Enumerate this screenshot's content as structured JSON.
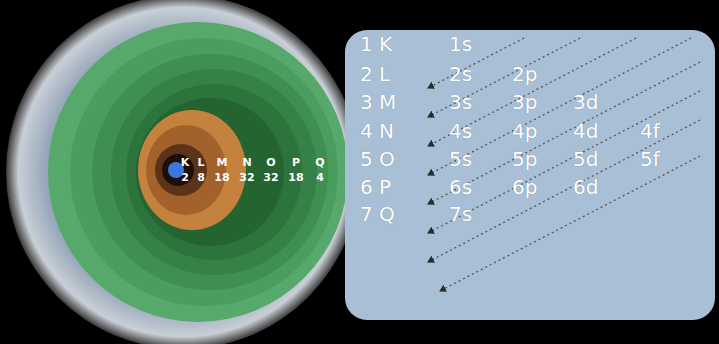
{
  "diagram": {
    "nodes": [
      {
        "text": [
          "1 K",
          "1s",
          "2 L",
          "2s",
          "2p",
          "3 M",
          "3s",
          "3p",
          "3d",
          "4 N",
          "4s",
          "4p",
          "4d",
          "4f",
          "5 O",
          "5s",
          "5p",
          "5d",
          "5f",
          "6 P",
          "6s",
          "6p",
          "6d",
          "7 Q",
          "7s"
        ]
      }
    ],
    "labels": [
      "K",
      "L",
      "M",
      "N",
      "O",
      "P",
      "Q",
      "2",
      "8",
      "18",
      "32",
      "32",
      "18",
      "4"
    ]
  }
}
